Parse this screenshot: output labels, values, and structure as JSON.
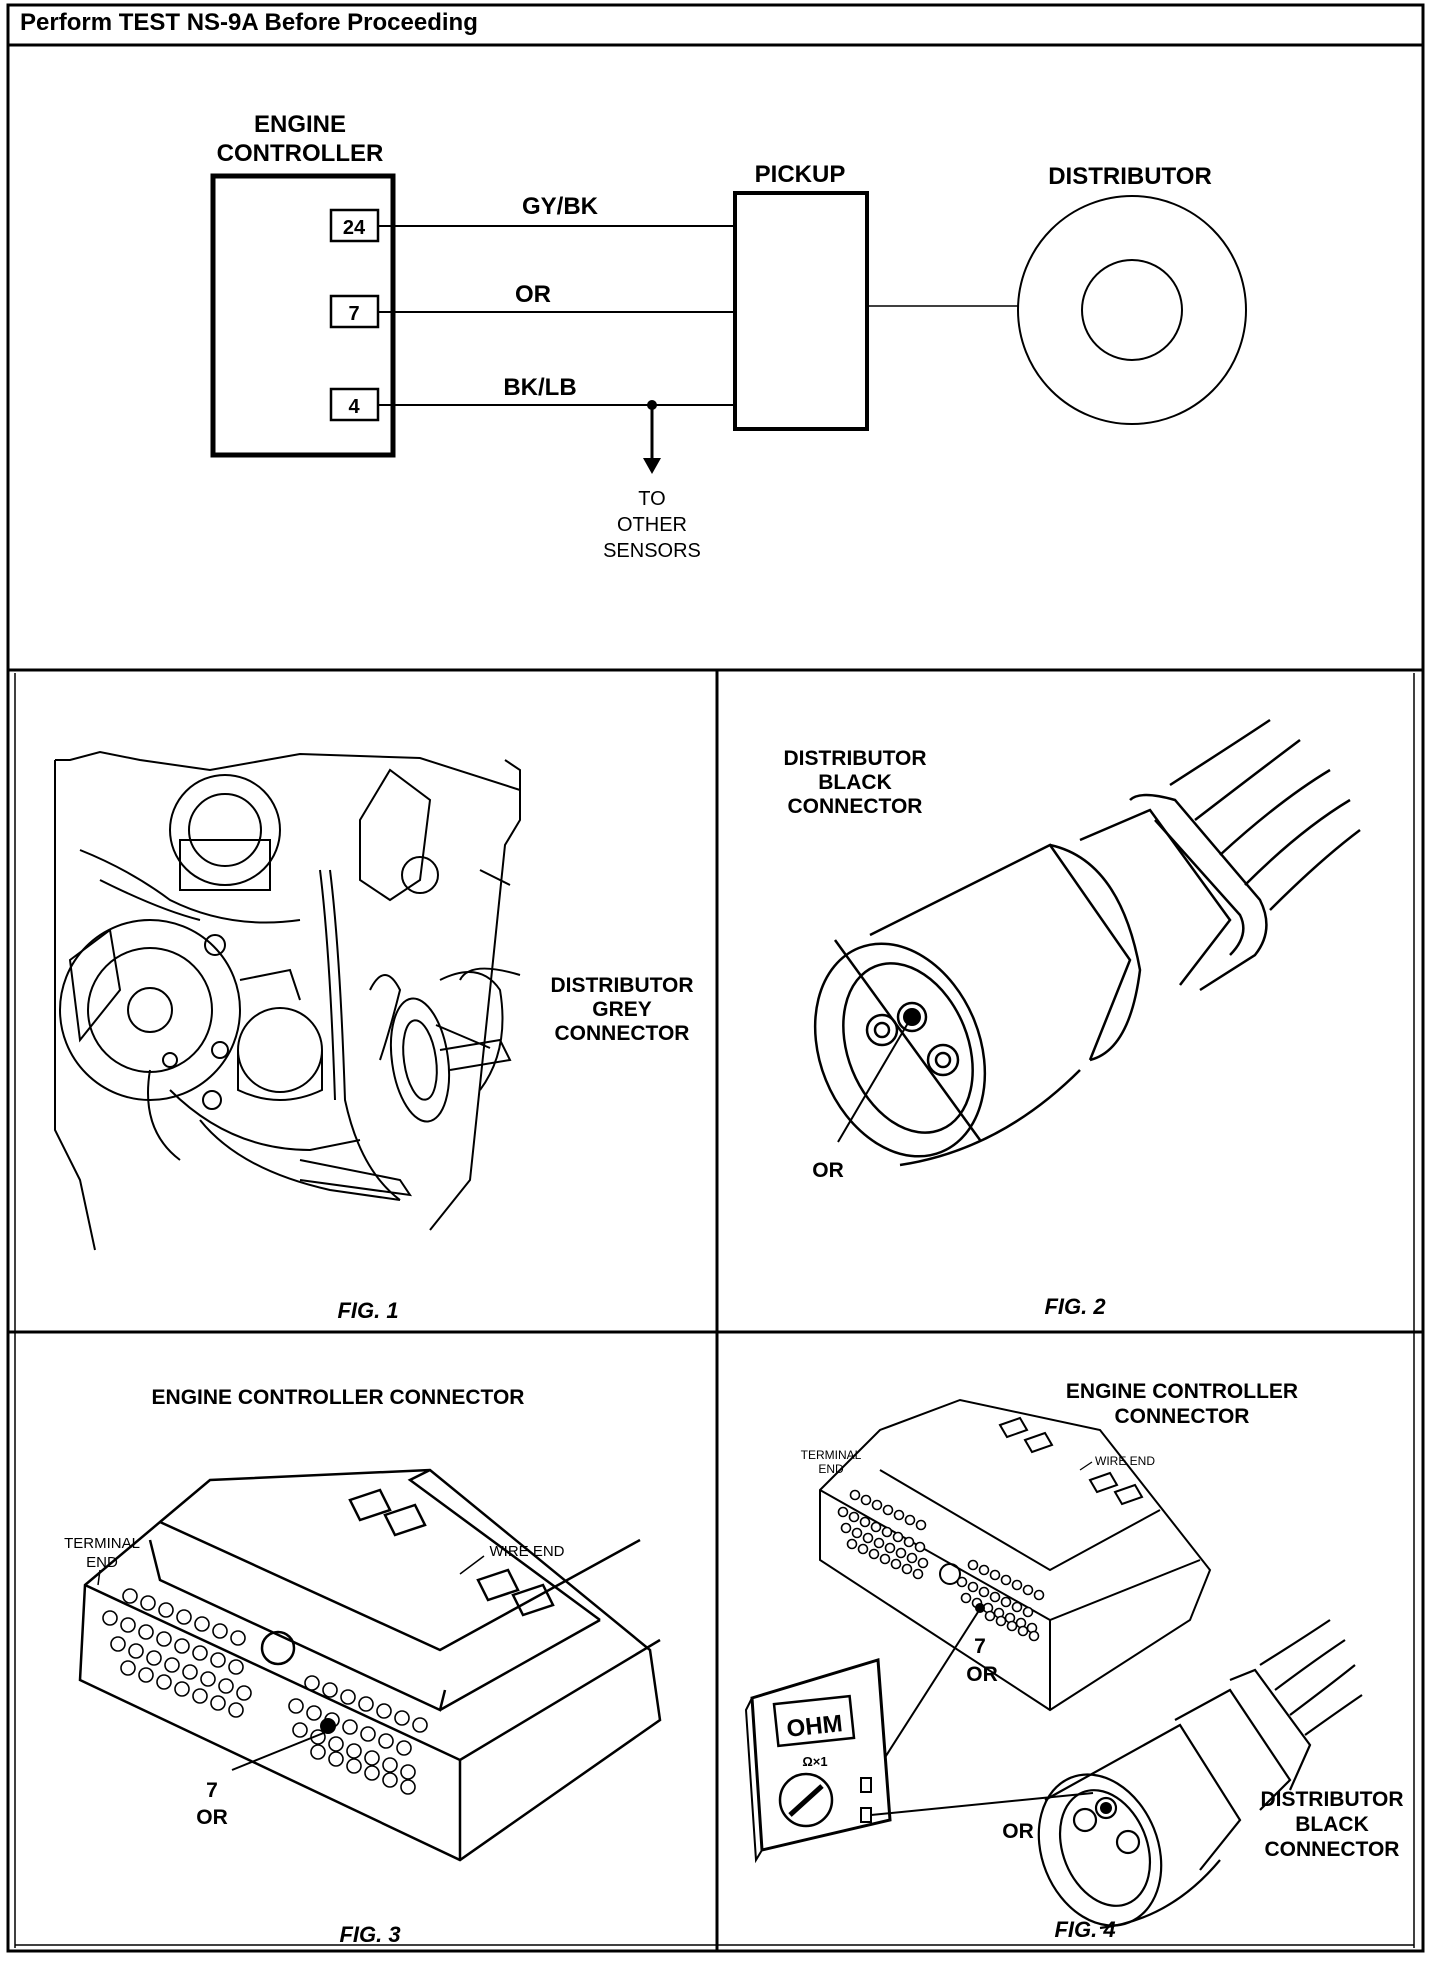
{
  "header": {
    "title": "Perform TEST NS-9A Before Proceeding"
  },
  "schematic": {
    "controller_label": [
      "ENGINE",
      "CONTROLLER"
    ],
    "pins": [
      "24",
      "7",
      "4"
    ],
    "wires": [
      "GY/BK",
      "OR",
      "BK/LB"
    ],
    "pickup_label": "PICKUP",
    "distributor_label": "DISTRIBUTOR",
    "other_sensors": [
      "TO",
      "OTHER",
      "SENSORS"
    ]
  },
  "fig1": {
    "callout": [
      "DISTRIBUTOR",
      "GREY",
      "CONNECTOR"
    ],
    "caption": "FIG. 1"
  },
  "fig2": {
    "title": [
      "DISTRIBUTOR",
      "BLACK",
      "CONNECTOR"
    ],
    "wire": "OR",
    "caption": "FIG. 2"
  },
  "fig3": {
    "title": "ENGINE CONTROLLER CONNECTOR",
    "terminal_end": [
      "TERMINAL",
      "END"
    ],
    "wire_end": "WIRE END",
    "pin": "7",
    "wire": "OR",
    "caption": "FIG. 3"
  },
  "fig4": {
    "title": [
      "ENGINE CONTROLLER",
      "CONNECTOR"
    ],
    "terminal_end": [
      "TERMINAL",
      "END"
    ],
    "wire_end": "WIRE END",
    "pin": "7",
    "wire": "OR",
    "meter_display": "OHM",
    "meter_range": "Ω×1",
    "wire2": "OR",
    "dist_label": [
      "DISTRIBUTOR",
      "BLACK",
      "CONNECTOR"
    ],
    "caption": "FIG. 4"
  }
}
